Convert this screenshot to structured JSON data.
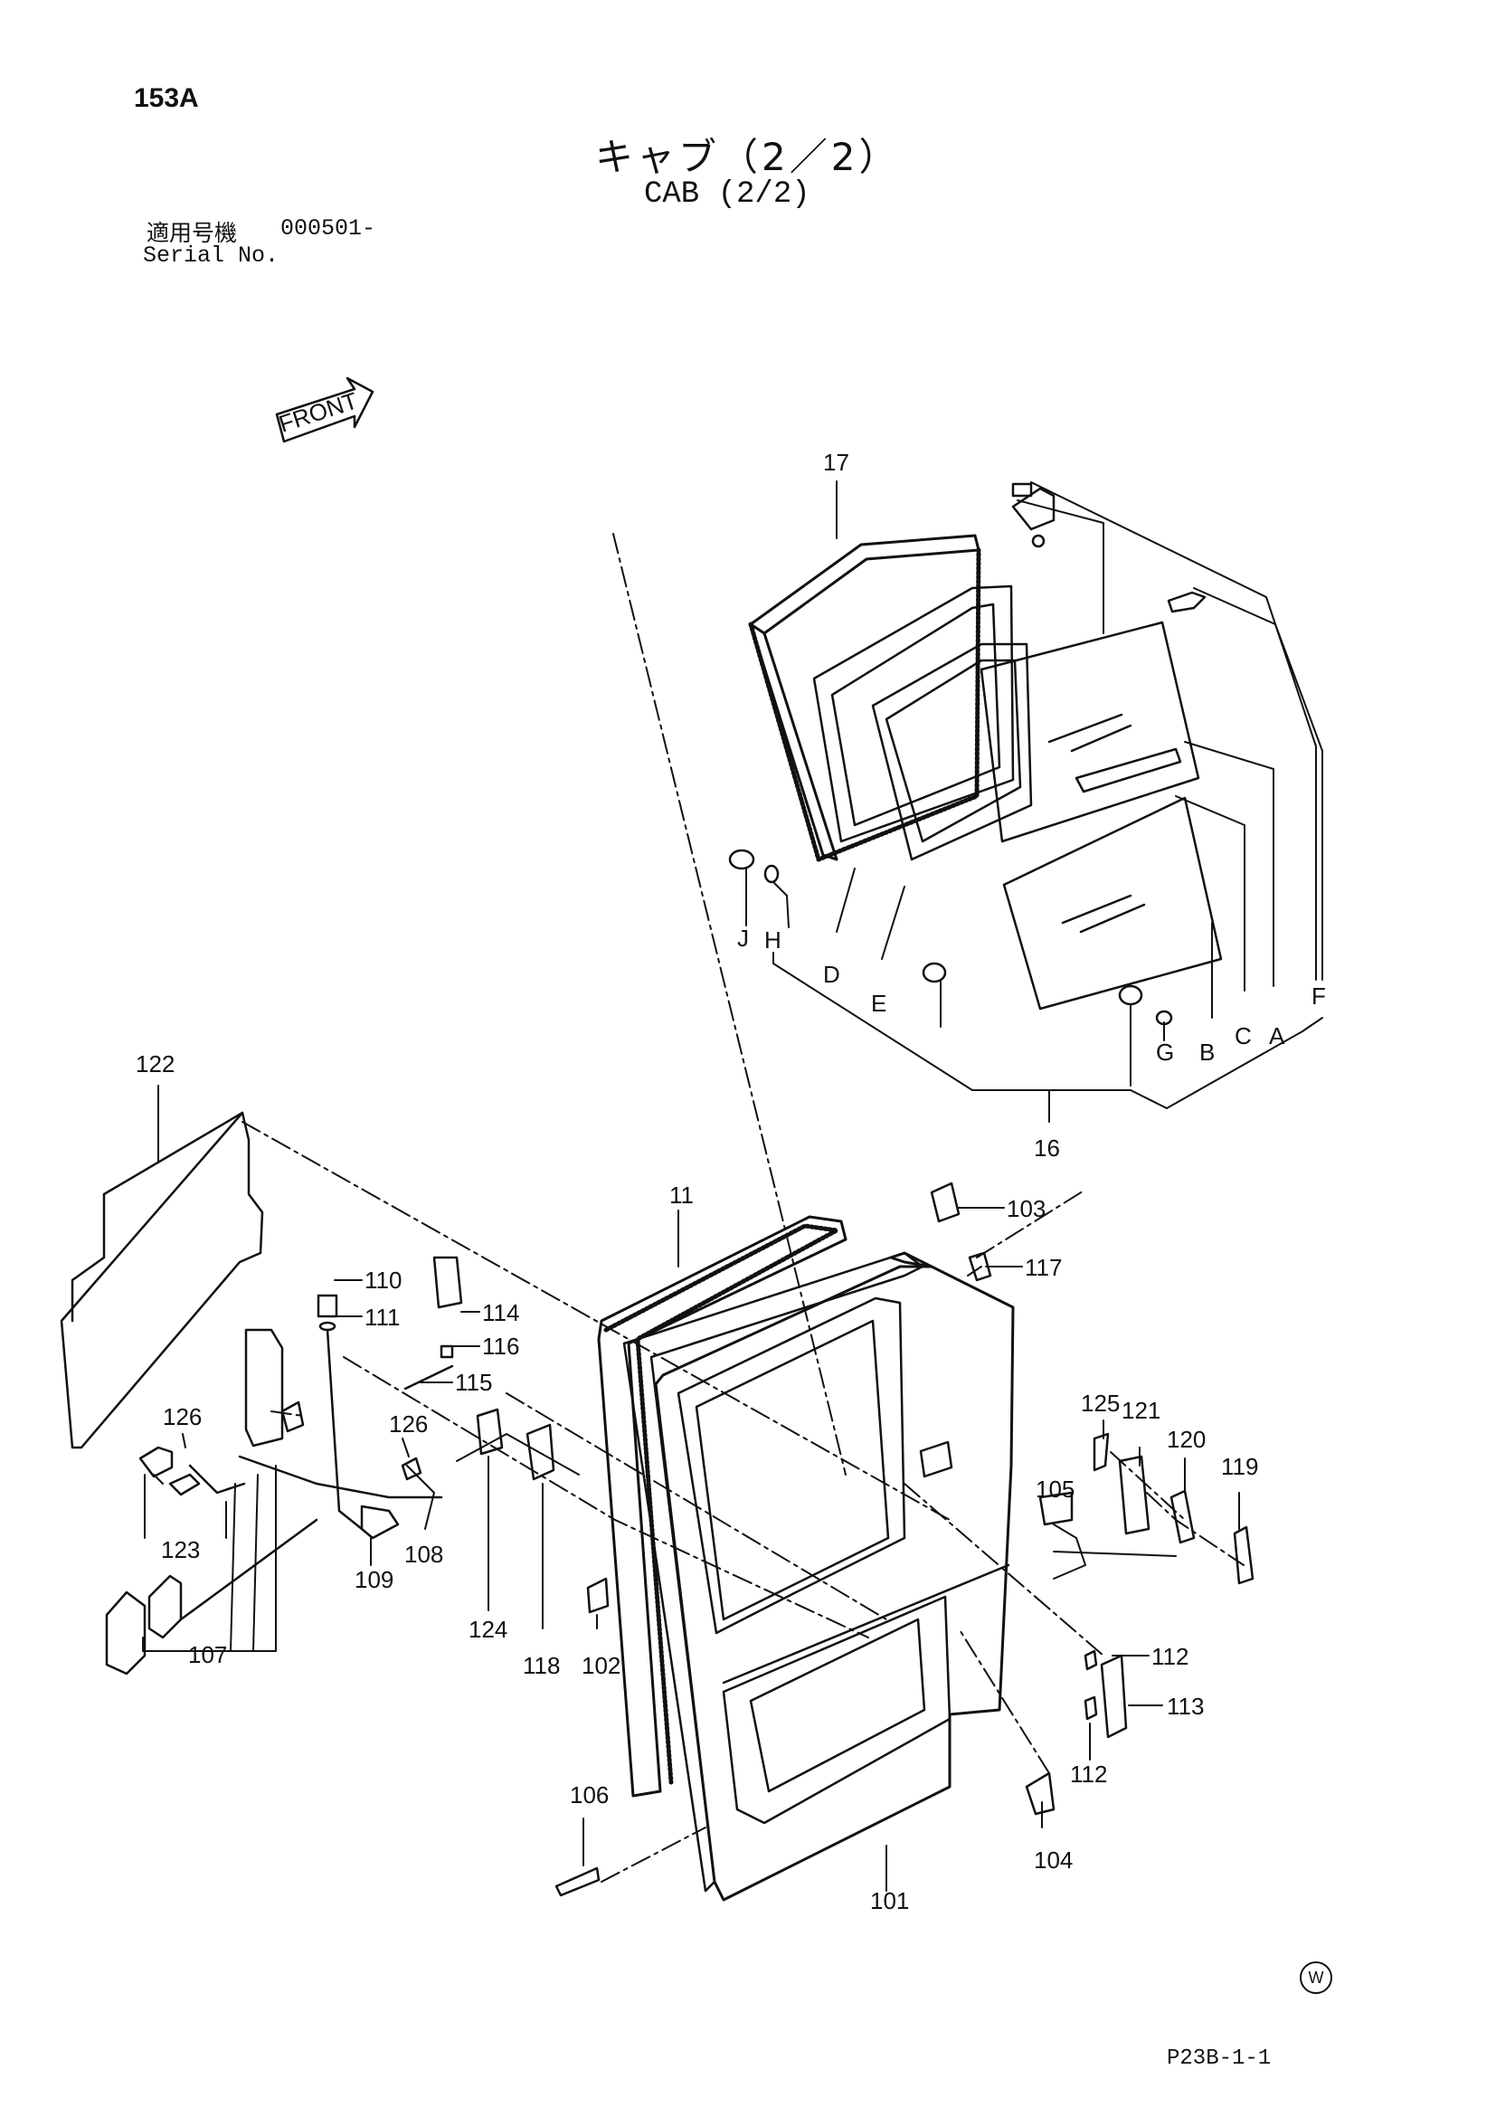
{
  "header": {
    "page_number": "153A",
    "title_jp": "キャブ（2／2）",
    "title_en": "CAB (2/2)",
    "serial_label_jp": "適用号機",
    "serial_value": "000501-",
    "serial_label_en": "Serial No."
  },
  "footer": {
    "drawing_code": "P23B-1-1",
    "mark": "W"
  },
  "front_arrow": {
    "label": "FRONT"
  },
  "callouts": {
    "c17": "17",
    "c16": "16",
    "c11": "11",
    "c122": "122",
    "c103": "103",
    "c117": "117",
    "c110": "110",
    "c111": "111",
    "c114": "114",
    "c116": "116",
    "c115": "115",
    "c126a": "126",
    "c126b": "126",
    "c123": "123",
    "c109": "109",
    "c108": "108",
    "c107": "107",
    "c124": "124",
    "c118": "118",
    "c102": "102",
    "c105": "105",
    "c125": "125",
    "c121": "121",
    "c120": "120",
    "c119": "119",
    "c112a": "112",
    "c113": "113",
    "c112b": "112",
    "c106": "106",
    "c104": "104",
    "c101": "101",
    "lJ": "J",
    "lH": "H",
    "lD": "D",
    "lE": "E",
    "lG": "G",
    "lB": "B",
    "lC": "C",
    "lA": "A",
    "lF": "F"
  }
}
